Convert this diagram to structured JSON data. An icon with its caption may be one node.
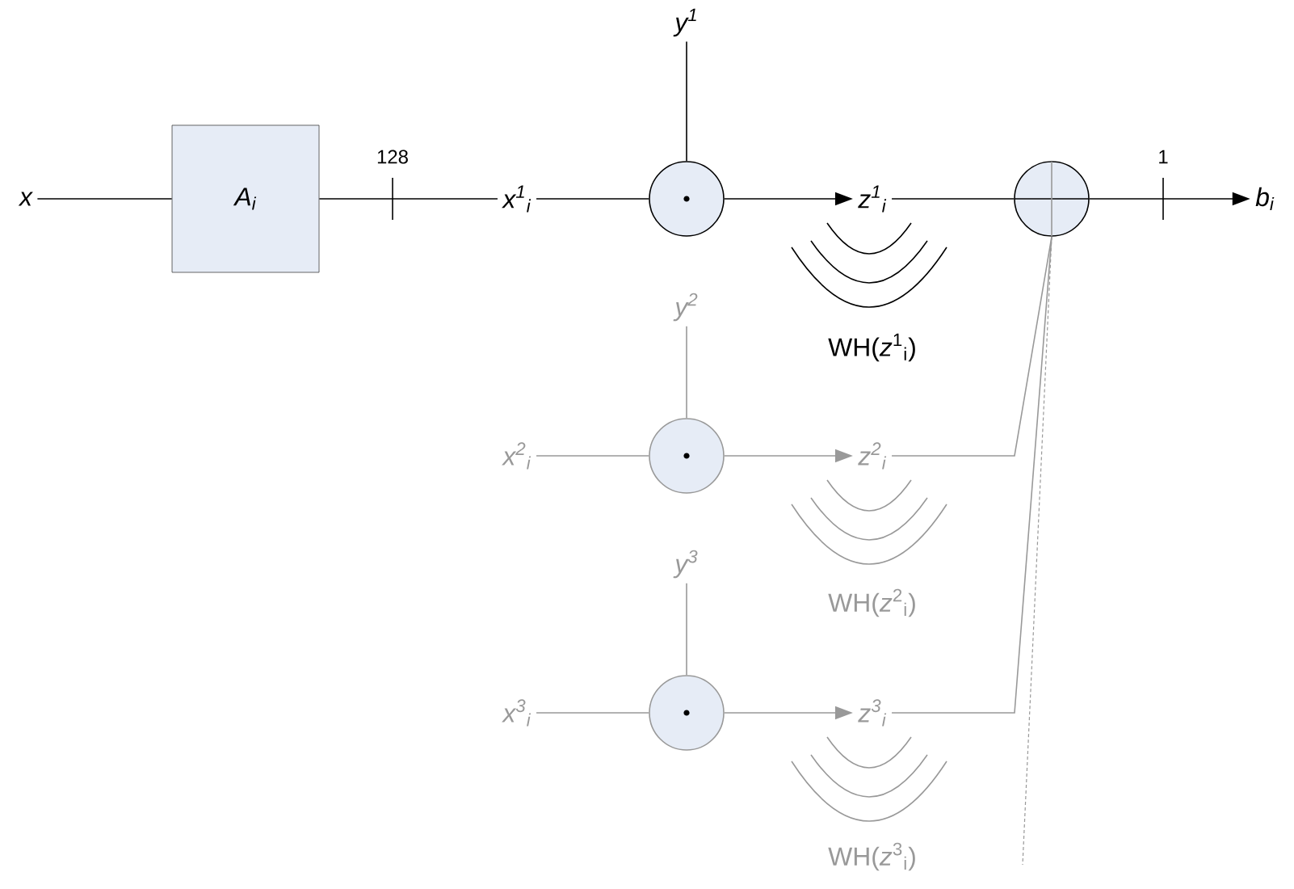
{
  "diagram": {
    "nodes": [
      {
        "text": [
          "x"
        ]
      },
      {
        "text": [
          "A$_{i}$"
        ]
      },
      {
        "text": [
          "x$^{1}$$_{i}$"
        ]
      },
      {
        "text": [
          "y$^{1}$"
        ]
      },
      {
        "text": [],
        "shape": "circle"
      },
      {
        "text": [
          "z$^{1}$$_{i}$"
        ]
      },
      {
        "text": [],
        "shape": "circle"
      },
      {
        "text": [
          "b$_{i}$"
        ]
      },
      {
        "text": [
          "y$^{2}$"
        ]
      },
      {
        "text": [
          "x$^{2}$$_{i}$"
        ]
      },
      {
        "text": [],
        "shape": "circle"
      },
      {
        "text": [
          "z$^{2}$$_{i}$"
        ]
      },
      {
        "text": [
          "y$^{3}$"
        ]
      },
      {
        "text": [
          "x$^{3}$$_{i}$"
        ]
      },
      {
        "text": [],
        "shape": "circle"
      },
      {
        "text": [
          "z$^{3}$$_{i}$"
        ]
      }
    ],
    "labels": [
      "WH(*z*$^{1}$$_{i}$)",
      "WH(*z*$^{2}$$_{i}$)",
      "WH(*z*$^{3}$$_{i}$)"
    ],
    "edges": [
      {
        "from": 0,
        "to": 1,
        "arrow": "none",
        "color": "#000000"
      },
      {
        "from": 1,
        "to": 2,
        "arrow": "none",
        "label": "128",
        "color": "#000000"
      },
      {
        "from": 2,
        "to": 4,
        "arrow": "none",
        "color": "#000000"
      },
      {
        "from": 3,
        "to": 4,
        "arrow": "none",
        "color": "#000000"
      },
      {
        "from": 4,
        "to": 5,
        "arrow": "to",
        "color": "#000000"
      },
      {
        "from": 5,
        "to": 6,
        "arrow": "none",
        "color": "#000000"
      },
      {
        "from": 6,
        "to": 7,
        "arrow": "to",
        "label": "1",
        "color": "#000000"
      },
      {
        "from": 8,
        "to": 10,
        "arrow": "none",
        "color": "#999999"
      },
      {
        "from": 9,
        "to": 10,
        "arrow": "none",
        "color": "#999999"
      },
      {
        "from": 10,
        "to": 11,
        "arrow": "to",
        "color": "#999999"
      },
      {
        "from": 11,
        "to": 6,
        "arrow": "none",
        "color": "#999999"
      },
      {
        "from": 12,
        "to": 14,
        "arrow": "none",
        "color": "#999999"
      },
      {
        "from": 13,
        "to": 14,
        "arrow": "none",
        "color": "#999999"
      },
      {
        "from": 14,
        "to": 15,
        "arrow": "to",
        "color": "#999999"
      },
      {
        "from": 15,
        "to": 6,
        "arrow": "none",
        "color": "#999999"
      },
      {
        "from": 6,
        "to": null,
        "arrow": "none",
        "style": "dashed",
        "color": "#999999"
      }
    ]
  }
}
